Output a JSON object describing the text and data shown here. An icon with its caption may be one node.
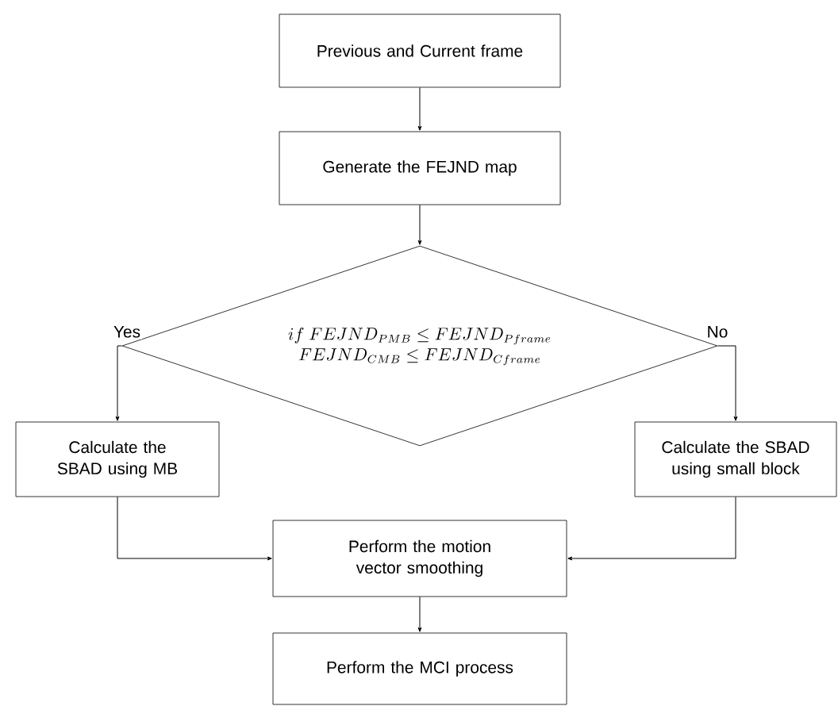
{
  "diagram": {
    "nodes": [
      {
        "text": [
          "Previous and Current frame"
        ]
      },
      {
        "text": [
          "Generate the FEJND map"
        ]
      },
      {
        "text": [
          "\\begin{array}{c} if\\ FEJND_{PMB} \\le FEJND_{Pframe} \\\\ FEJND_{CMB} \\le FEJND_{Cframe} \\end{array}"
        ]
      },
      {
        "text": [
          "Calculate the SBAD using MB"
        ]
      },
      {
        "text": [
          "Calculate the SBAD using small block"
        ]
      },
      {
        "text": [
          "Perform the motion vector smoothing"
        ]
      },
      {
        "text": [
          "Perform the MCI process"
        ]
      }
    ],
    "edges": [
      {
        "from": 0,
        "to": 1,
        "arrow": "to"
      },
      {
        "from": 1,
        "to": 2,
        "arrow": "to"
      },
      {
        "from": 2,
        "to": 3,
        "arrow": "to",
        "label": "Yes"
      },
      {
        "from": 2,
        "to": 4,
        "arrow": "to",
        "label": "No"
      },
      {
        "from": 3,
        "to": 5,
        "arrow": "to"
      },
      {
        "from": 4,
        "to": 5,
        "arrow": "to"
      },
      {
        "from": 5,
        "to": 6,
        "arrow": "to"
      }
    ]
  }
}
